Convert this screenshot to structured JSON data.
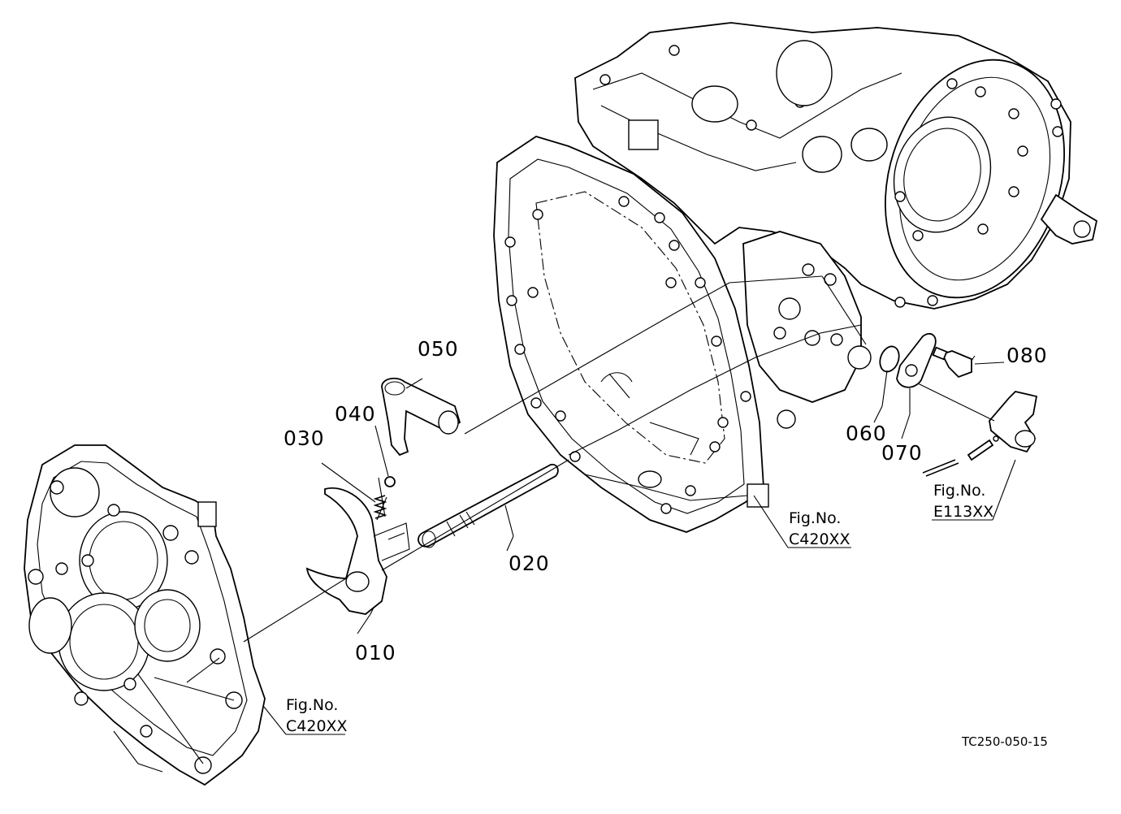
{
  "diagram": {
    "callouts": {
      "c010": "010",
      "c020": "020",
      "c030": "030",
      "c040": "040",
      "c050": "050",
      "c060": "060",
      "c070": "070",
      "c080": "080"
    },
    "figure_refs": {
      "left": {
        "label": "Fig.No.",
        "code": "C420XX"
      },
      "center": {
        "label": "Fig.No.",
        "code": "C420XX"
      },
      "right": {
        "label": "Fig.No.",
        "code": "E113XX"
      }
    },
    "drawing_code": "TC250-050-15"
  }
}
